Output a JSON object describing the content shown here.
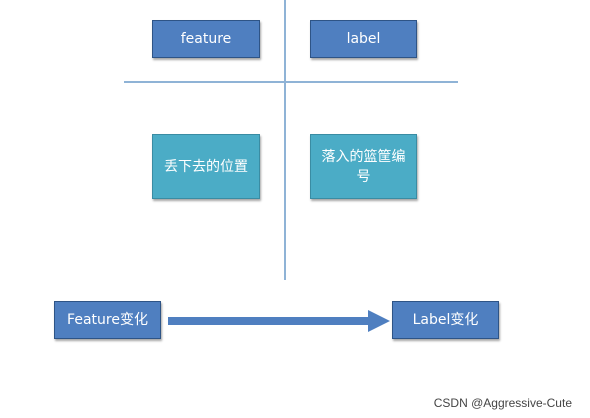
{
  "diagram": {
    "top_left_label": "feature",
    "top_right_label": "label",
    "mid_left_label": "丢下去的位置",
    "mid_right_label": "落入的篮筐编号",
    "bottom_left_label": "Feature变化",
    "bottom_right_label": "Label变化"
  },
  "colors": {
    "dark_box": "#4f7fc0",
    "light_box": "#4bacc6",
    "arrow": "#4f7fc0",
    "divider": "#8fb3d6"
  },
  "watermark": "CSDN @Aggressive-Cute"
}
